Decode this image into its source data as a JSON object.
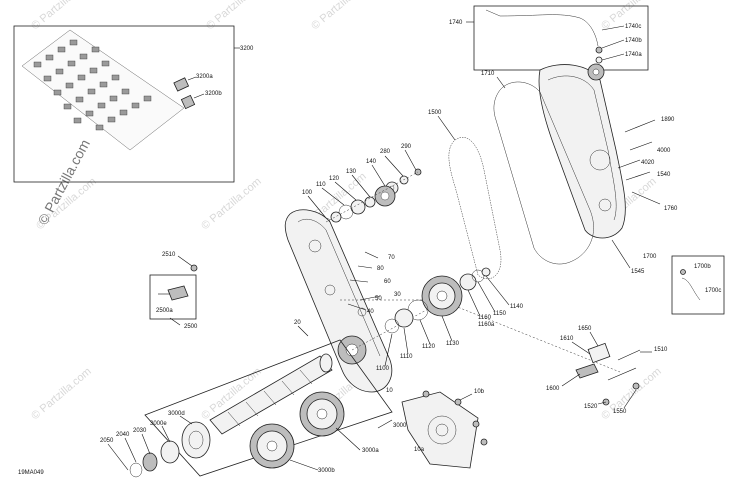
{
  "diagram_code": "19MA049",
  "watermarks": [
    "© Partzilla.com"
  ],
  "logo_text": "© Partzilla.com",
  "part_labels": {
    "p3200": "3200",
    "p3200a": "3200a",
    "p3200b": "3200b",
    "p1740": "1740",
    "p1740c": "1740c",
    "p1740b": "1740b",
    "p1740a": "1740a",
    "p1710": "1710",
    "p1500": "1500",
    "p1890": "1890",
    "p4000": "4000",
    "p4020": "4020",
    "p1540": "1540",
    "p1760": "1760",
    "p1700": "1700",
    "p1545": "1545",
    "p1700b": "1700b",
    "p1700c": "1700c",
    "p290": "290",
    "p280": "280",
    "p140": "140",
    "p130": "130",
    "p120": "120",
    "p110": "110",
    "p100": "100",
    "p70": "70",
    "p80": "80",
    "p60": "60",
    "p50": "50",
    "p30": "30",
    "p40": "40",
    "p20": "20",
    "p10": "10",
    "p2510": "2510",
    "p2500a": "2500a",
    "p2500": "2500",
    "p1100": "1100",
    "p1110": "1110",
    "p1120": "1120",
    "p1130": "1130",
    "p1140": "1140",
    "p1150": "1150",
    "p1160": "1160",
    "p1160a": "1160a",
    "p1650": "1650",
    "p1610": "1610",
    "p1510": "1510",
    "p1600": "1600",
    "p1520": "1520",
    "p1550": "1550",
    "p3000": "3000",
    "p3000a": "3000a",
    "p3000b": "3000b",
    "p3000d": "3000d",
    "p3000e": "3000e",
    "p2030": "2030",
    "p2040": "2040",
    "p2050": "2050",
    "p10b": "10b",
    "p10a": "10a"
  }
}
